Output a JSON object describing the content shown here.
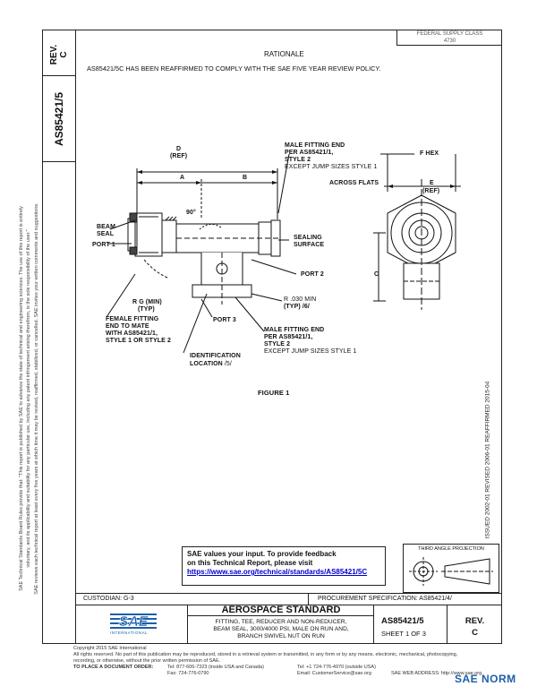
{
  "header": {
    "fed_code_line1": "FEDERAL SUPPLY CLASS",
    "fed_code_line2": "4730",
    "rev_label": "REV.",
    "rev_value": "C",
    "doc_number": "AS85421/5"
  },
  "rationale": {
    "heading": "RATIONALE",
    "text": "AS85421/5C HAS BEEN REAFFIRMED TO COMPLY WITH THE SAE FIVE YEAR REVIEW POLICY."
  },
  "figure": {
    "caption": "FIGURE 1",
    "labels": {
      "d_ref": "D",
      "d_ref2": "(REF)",
      "a": "A",
      "b": "B",
      "male_end1": "MALE FITTING END",
      "male_end2": "PER AS85421/1,",
      "male_end3": "STYLE 2",
      "male_end4": "EXCEPT JUMP SIZES STYLE 1",
      "f_hex": "F HEX",
      "across_flats": "ACROSS FLATS",
      "e_ref": "E",
      "e_ref2": "(REF)",
      "deg90": "90°",
      "beam_seal1": "BEAM",
      "beam_seal2": "SEAL",
      "port1": "PORT 1",
      "sealing1": "SEALING",
      "sealing2": "SURFACE",
      "port2": "PORT 2",
      "c": "C",
      "rg1": "R G (MIN)",
      "rg2": "(TYP)",
      "r030a": "R .030 MIN",
      "r030b": "(TYP) /6/",
      "female1": "FEMALE FITTING",
      "female2": "END TO MATE",
      "female3": "WITH AS85421/1,",
      "female4": "STYLE 1 OR STYLE 2",
      "port3": "PORT 3",
      "male2_1": "MALE FITTING END",
      "male2_2": "PER AS85421/1,",
      "male2_3": "STYLE 2",
      "male2_4": "EXCEPT JUMP SIZES STYLE 1",
      "ident1": "IDENTIFICATION",
      "ident2": "LOCATION",
      "ident3": "/5/"
    }
  },
  "feedback": {
    "line1": "SAE values your input. To provide feedback",
    "line2": "on this Technical Report, please visit",
    "url": "https://www.sae.org/technical/standards/AS85421/5C"
  },
  "third_angle": "THIRD ANGLE PROJECTION",
  "issue_history": "ISSUED 2002-01   REVISED 2006-01   REAFFIRMED 2015-04",
  "custodian": "CUSTODIAN: G-3",
  "procurement": "PROCUREMENT SPECIFICATION: AS85421/4/",
  "title": {
    "org": "SAE",
    "org_sub": "INTERNATIONAL",
    "heading": "AEROSPACE STANDARD",
    "desc1": "FITTING, TEE, REDUCER AND NON-REDUCER,",
    "desc2": "BEAM SEAL, 3000/4000 PSI, MALE ON RUN AND,",
    "desc3": "BRANCH SWIVEL NUT ON RUN",
    "doc": "AS85421/5",
    "sheet": "SHEET 1 OF 3",
    "rev_label": "REV.",
    "rev_value": "C"
  },
  "footer": {
    "copyright": "Copyright 2015 SAE International",
    "rights": "All rights reserved. No part of this publication may be reproduced, stored in a retrieval system or transmitted, in any form or by any means, electronic, mechanical, photocopying,",
    "rights2": "recording, or otherwise, without the prior written permission of SAE.",
    "order_label": "TO PLACE A DOCUMENT ORDER:",
    "tel1": "Tel: 877-606-7323 (inside USA and Canada)",
    "tel2": "Tel: +1 724-776-4970 (outside USA)",
    "fax": "Fax: 724-776-0790",
    "email": "Email: CustomerService@sae.org",
    "web": "SAE WEB ADDRESS: http://www.sae.org"
  },
  "watermark": "SAE NORM",
  "side_notes": {
    "line1": "SAE Technical Standards Board Rules provide that: \"This report is published by SAE to advance the state of technical and engineering sciences. The use of this report is entirely",
    "line2": "voluntary, and its applicability and suitability for any particular use, including any patent infringement arising therefrom, is the sole responsibility of the user.\"",
    "line3": "SAE reviews each technical report at least every five years at which time it may be revised, reaffirmed, stabilized, or cancelled. SAE invites your written comments and suggestions."
  }
}
